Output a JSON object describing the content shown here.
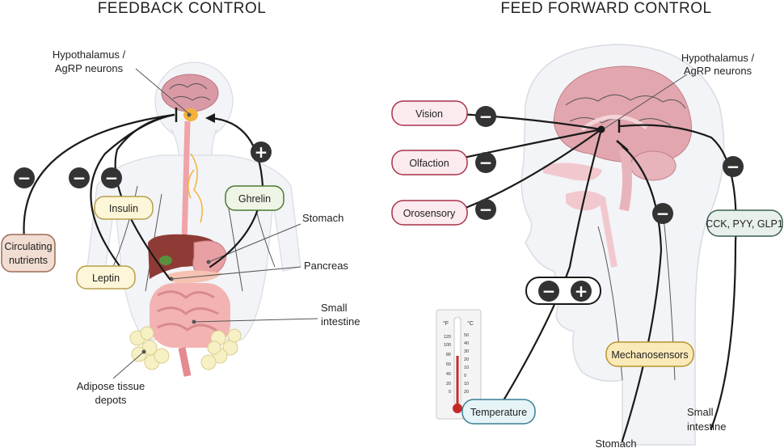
{
  "feedback": {
    "title": "FEEDBACK CONTROL",
    "hypothalamus": [
      "Hypothalamus /",
      "AgRP neurons"
    ],
    "stomach": "Stomach",
    "pancreas": "Pancreas",
    "small_intestine": [
      "Small",
      "intestine"
    ],
    "adipose": [
      "Adipose tissue",
      "depots"
    ],
    "boxes": {
      "circulating": [
        "Circulating",
        "nutrients"
      ],
      "insulin": "Insulin",
      "leptin": "Leptin",
      "ghrelin": "Ghrelin"
    },
    "colors": {
      "circulating": "#f1ddd2",
      "insulin": "#fdf6d8",
      "leptin": "#fdf6d8",
      "ghrelin": "#eef5e6"
    }
  },
  "feedforward": {
    "title": "FEED FORWARD CONTROL",
    "hypothalamus": [
      "Hypothalamus /",
      "AgRP neurons"
    ],
    "boxes": {
      "vision": "Vision",
      "olfaction": "Olfaction",
      "orosensory": "Orosensory",
      "cck": "CCK, PYY, GLP1",
      "mechanosensors": "Mechanosensors",
      "temperature": "Temperature"
    },
    "stomach": "Stomach",
    "small_intestine": [
      "Small",
      "intestine"
    ],
    "thermometer": {
      "f_unit": "°F",
      "c_unit": "°C",
      "f_ticks": [
        "120",
        "100",
        "80",
        "60",
        "40",
        "20",
        "0"
      ],
      "c_ticks": [
        "50",
        "40",
        "30",
        "20",
        "10",
        "0",
        "10",
        "20"
      ]
    },
    "colors": {
      "sense_border": "#a8324a",
      "sense_fill": "#fbeaee",
      "cck_fill": "#e8f0ec",
      "mech_fill": "#fbeab8",
      "temp_fill": "#e6f4f8"
    }
  },
  "signs": {
    "minus": "−",
    "plus": "+"
  }
}
